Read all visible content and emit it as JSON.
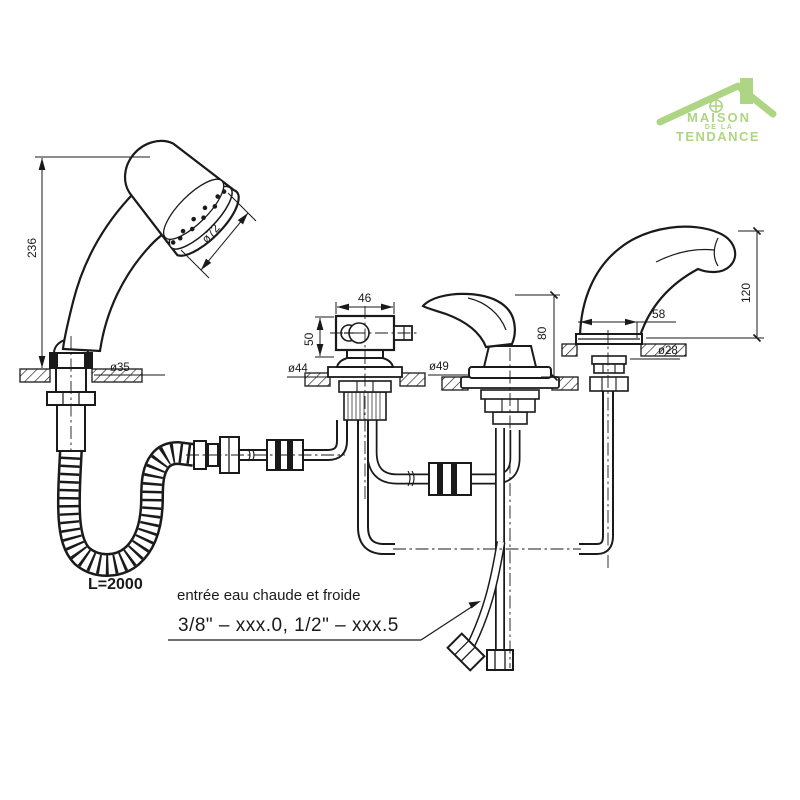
{
  "colors": {
    "line": "#1a1a1a",
    "logo_green": "#aed584",
    "background": "#ffffff"
  },
  "logo": {
    "line1": "MAISON",
    "line2": "DE LA",
    "line3": "TENDANCE"
  },
  "dimensions": {
    "handshower_height": "236",
    "shower_head_diameter": "ø72",
    "handshower_base_diameter": "ø35",
    "diverter_body_width": "46",
    "diverter_body_height": "50",
    "diverter_base_diameter": "ø44",
    "mixer_base_diameter": "ø49",
    "mixer_height": "80",
    "spout_base_width": "58",
    "spout_height": "120",
    "spout_shank_diameter": "ø28",
    "hose_length": "L=2000"
  },
  "annotations": {
    "inlet_text": "entrée eau chaude et froide",
    "thread_spec": "3/8\" – xxx.0,  1/2\" – xxx.5"
  }
}
